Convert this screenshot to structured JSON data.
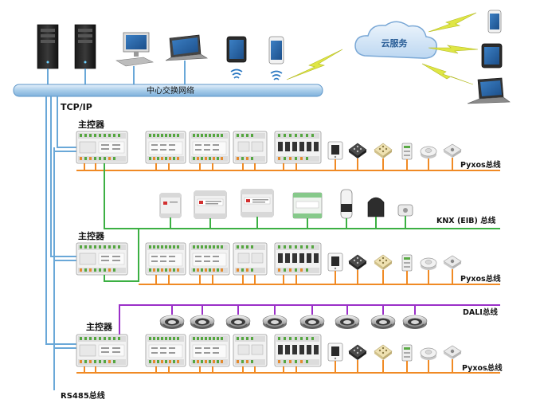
{
  "labels": {
    "backbone": "中心交换网络",
    "tcpip": "TCP/IP",
    "cloud": "云服务",
    "master": "主控器",
    "pyxos_bus": "Pyxos总线",
    "knx_bus": "KNX (EIB) 总线",
    "dali_bus": "DALI总线",
    "rs485_bus": "RS485总线"
  },
  "colors": {
    "backbone": "#9cc4e4",
    "tcpip_line": "#6aa8d8",
    "pyxos_line": "#f08a24",
    "knx_line": "#3cb043",
    "dali_line": "#9b30c8",
    "cloud": "#cfe3f7",
    "lightning": "#d8e23c"
  },
  "icons": {
    "top_devices": [
      "server-tower-icon",
      "server-tower-icon",
      "desktop-pc-icon",
      "laptop-icon",
      "tablet-icon",
      "smartphone-icon"
    ],
    "cloud_devices": [
      "smartphone-icon",
      "tablet-icon",
      "laptop-icon"
    ],
    "sensors": [
      "touch-panel-icon",
      "keypad-dark-icon",
      "keypad-beige-icon",
      "io-module-icon",
      "smoke-detector-icon",
      "motion-sensor-icon"
    ],
    "knx_devices": [
      "din-module-icon",
      "din-module-icon",
      "din-module-icon",
      "din-module-icon",
      "knx-cylinder-icon",
      "knx-dome-icon",
      "knx-sensor-icon"
    ],
    "dali_fixture": "downlight-icon"
  }
}
